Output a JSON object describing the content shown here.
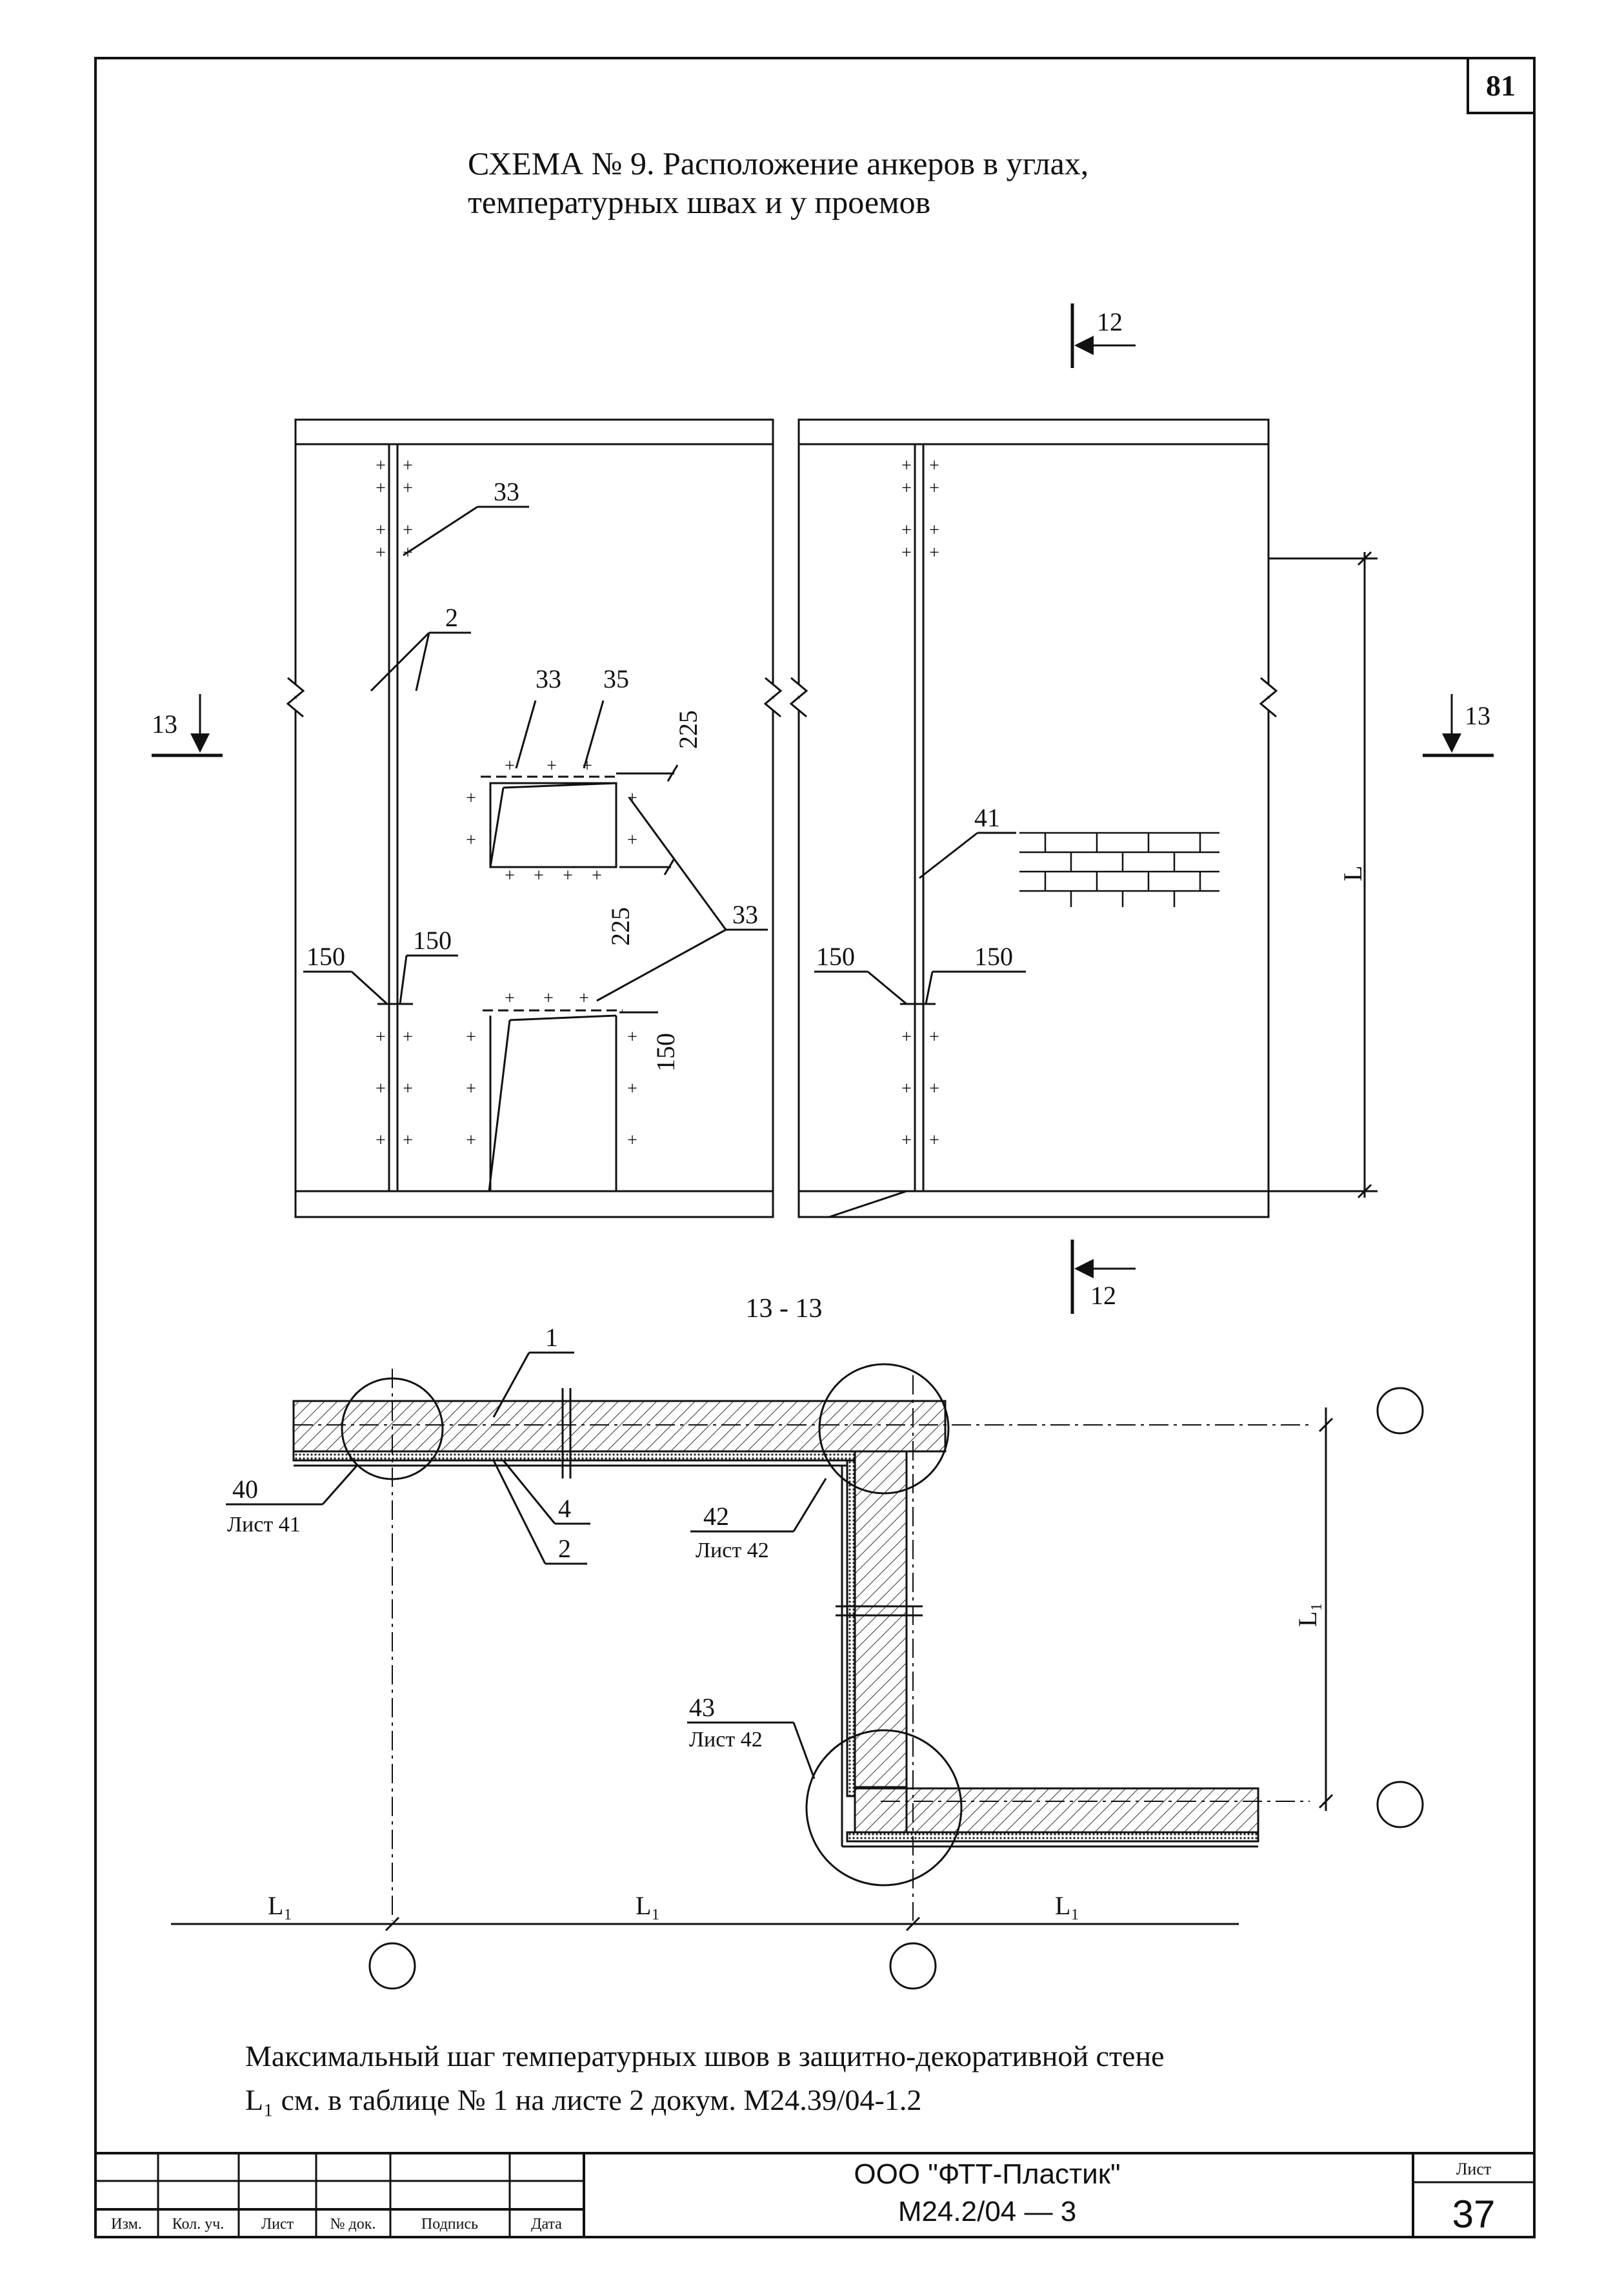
{
  "page_number": "81",
  "title": {
    "line1": "СХЕМА № 9. Расположение анкеров в углах,",
    "line2": "температурных швах и у проемов"
  },
  "elevation": {
    "section_12_top": "12",
    "section_12_bottom": "12",
    "section_13_left": "13",
    "section_13_right": "13",
    "marks": {
      "m33_a": "33",
      "m2": "2",
      "m33_b": "33",
      "m35": "35",
      "d225_a": "225",
      "d225_b": "225",
      "m33_c": "33",
      "d150_l1": "150",
      "d150_l2": "150",
      "d150_v": "150",
      "m41": "41",
      "d150_r1": "150",
      "d150_r2": "150",
      "dim_L": "L"
    }
  },
  "section": {
    "title": "13 - 13",
    "marks": {
      "m1": "1",
      "m40": "40",
      "sheet41": "Лист 41",
      "m4": "4",
      "m2": "2",
      "m42": "42",
      "sheet42a": "Лист 42",
      "m43": "43",
      "sheet42b": "Лист 42",
      "L1_vertical": "L₁",
      "L1_a": "L₁",
      "L1_b": "L₁",
      "L1_c": "L₁"
    }
  },
  "note": {
    "line1": "Максимальный шаг температурных швов в защитно-декоративной стене",
    "line2": "L₁ см. в таблице № 1 на листе 2 докум. М24.39/04-1.2"
  },
  "title_block": {
    "headers": [
      "Изм.",
      "Кол. уч.",
      "Лист",
      "№ док.",
      "Подпись",
      "Дата"
    ],
    "company": "ООО \"ФТТ-Пластик\"",
    "doc_code": "М24.2/04 — 3",
    "sheet_label": "Лист",
    "sheet_number": "37"
  }
}
